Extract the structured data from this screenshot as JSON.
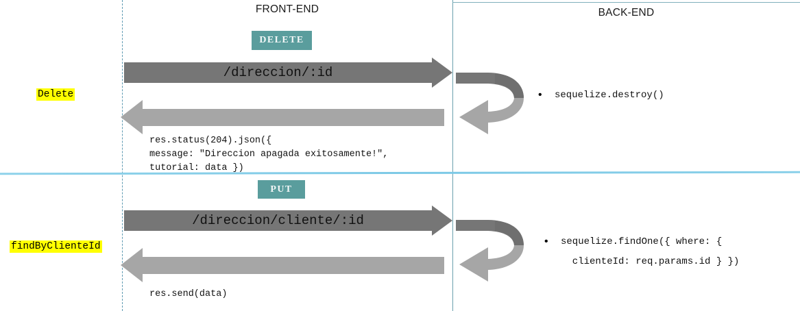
{
  "panels": {
    "frontend_title": "FRONT-END",
    "backend_title": "BACK-END"
  },
  "colors": {
    "badge_bg": "#5a9d9d",
    "badge_text": "#f2f7f7",
    "arrow_request": "#767676",
    "arrow_response": "#a6a6a6",
    "panel_border": "#6aa0ad",
    "section_divider": "#7cc9e6",
    "highlight": "#ffff00"
  },
  "sections": [
    {
      "label": "Delete",
      "method": "DELETE",
      "route": "/direccion/:id",
      "response_code": "res.status(204).json({\nmessage: \"Direccion apagada exitosamente!\",\ntutorial: data })",
      "backend_call": "sequelize.destroy()",
      "bullet": "•"
    },
    {
      "label": "findByClienteId",
      "method": "PUT",
      "route": "/direccion/cliente/:id",
      "response_code": "res.send(data)",
      "backend_call": "sequelize.findOne({ where: {\n  clienteId: req.params.id } })",
      "bullet": "•"
    }
  ]
}
